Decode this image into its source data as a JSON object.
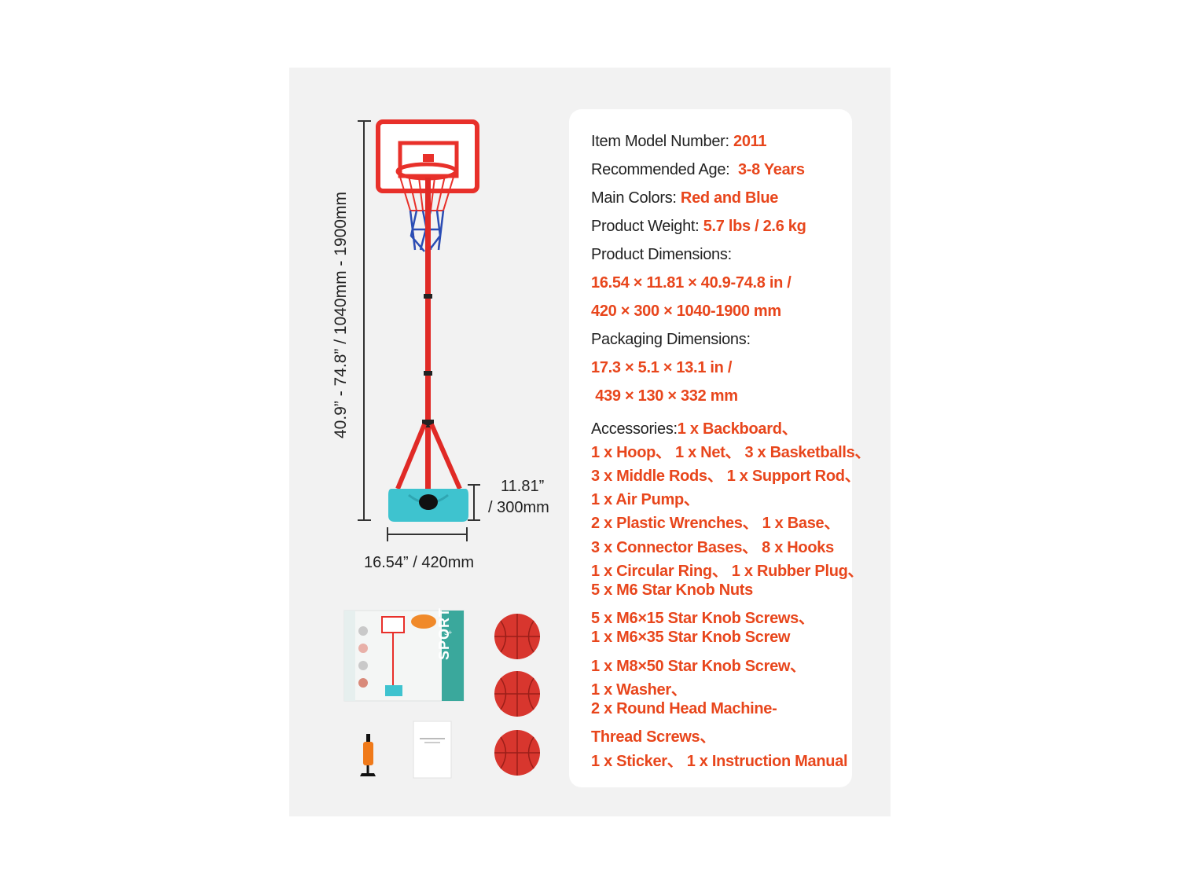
{
  "dimensions": {
    "height": "40.9” - 74.8” / 1040mm - 1900mm",
    "depth_in": "11.81”",
    "depth_mm": "/ 300mm",
    "width": "16.54” / 420mm"
  },
  "specs": {
    "model_label": "Item Model Number: ",
    "model_value": "2011",
    "age_label": "Recommended Age:  ",
    "age_value": "3-8 Years",
    "colors_label": "Main Colors: ",
    "colors_value": "Red and Blue",
    "weight_label": "Product Weight: ",
    "weight_value": "5.7 lbs / 2.6 kg",
    "product_dims_label": "Product Dimensions:",
    "product_dims_line1": "16.54 × 11.81 × 40.9-74.8 in /",
    "product_dims_line2": "420 × 300 × 1040-1900 mm",
    "packaging_dims_label": "Packaging Dimensions:",
    "packaging_dims_line1": "17.3 × 5.1 × 13.1 in /",
    "packaging_dims_line2": " 439 × 130 × 332 mm",
    "accessories_label": "Accessories:",
    "accessories_first": "1 x Backboard、",
    "accessories_lines": [
      "1 x Hoop、 1 x Net、 3 x Basketballs、",
      "3 x Middle Rods、 1 x Support Rod、",
      "1 x Air Pump、",
      "2 x Plastic Wrenches、 1 x Base、",
      "3 x Connector Bases、 8 x Hooks",
      "1 x Circular Ring、 1 x Rubber Plug、",
      "5 x M6 Star Knob Nuts",
      "5 x M6×15 Star Knob Screws、",
      "1 x M6×35 Star Knob Screw",
      "1 x M8×50 Star Knob Screw、",
      "1 x Washer、",
      "2 x Round Head Machine-",
      "Thread Screws、",
      "1 x Sticker、 1 x Instruction Manual"
    ]
  },
  "box": {
    "brand": "SPORT",
    "age": "3+"
  },
  "colors": {
    "accent": "#e8461c",
    "hoop_red": "#e8302a",
    "base_teal": "#3ec3cf",
    "net_blue": "#2a4db5"
  }
}
